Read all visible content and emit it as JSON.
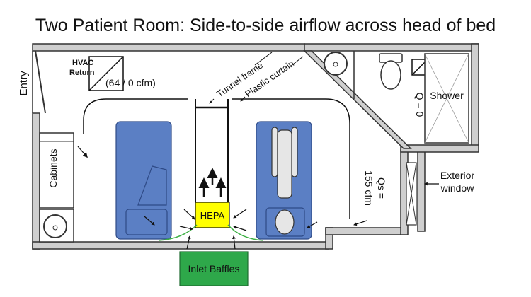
{
  "title": "Two Patient Room:  Side-to-side airflow across head of bed",
  "labels": {
    "entry": "Entry",
    "hvac_line1": "HVAC",
    "hvac_line2": "Return",
    "hvac_flow": "(64 / 0 cfm)",
    "tunnel_frame": "Tunnel frame",
    "plastic_curtain": "Plastic curtain",
    "cabinets": "Cabinets",
    "hepa": "HEPA",
    "inlet_baffles": "Inlet Baffles",
    "shower": "Shower",
    "q_bath": "Q = 0",
    "qs_line1": "Qs =",
    "qs_line2": "155 cfm",
    "exterior_line1": "Exterior",
    "exterior_line2": "window"
  },
  "colors": {
    "bed_blue": "#5b7fc4",
    "hepa_yellow": "#ffff00",
    "baffle_green": "#2ea84a",
    "baffle_line": "#3cb043",
    "wall_gray": "#cfcfcf"
  }
}
